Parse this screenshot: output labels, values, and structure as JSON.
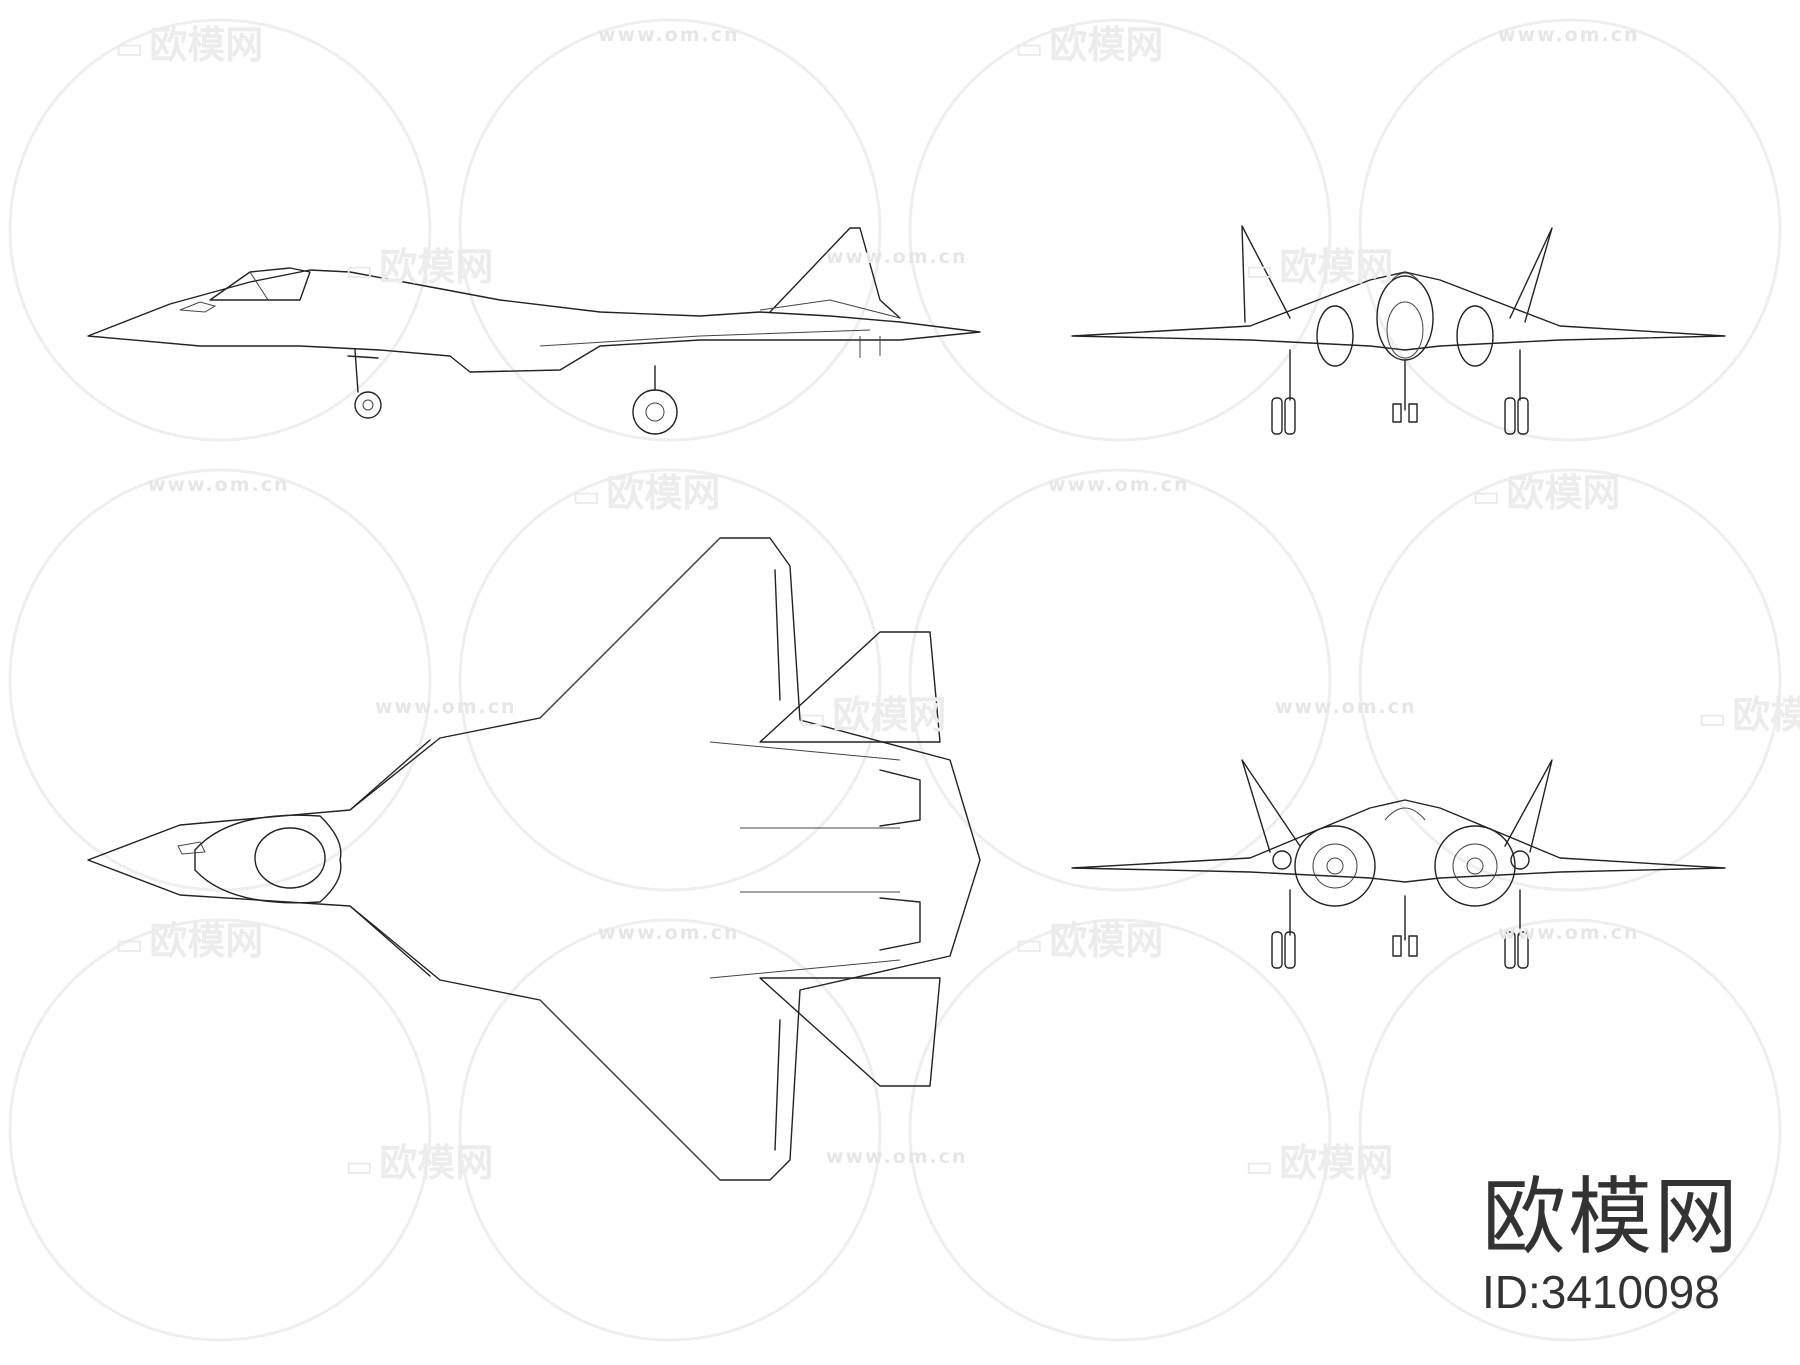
{
  "watermark": {
    "brand_text": "欧模网",
    "url_text": "www.om.cn"
  },
  "brand_mark": {
    "name": "欧模网",
    "id_text": "ID:3410098"
  },
  "views": [
    {
      "name": "side-view"
    },
    {
      "name": "front-view"
    },
    {
      "name": "top-view"
    },
    {
      "name": "rear-view"
    }
  ]
}
